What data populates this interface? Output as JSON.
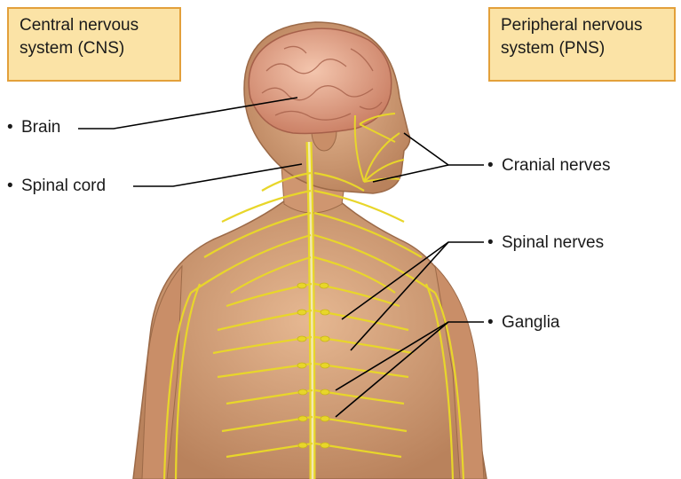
{
  "boxes": {
    "cns": {
      "line1": "Central nervous",
      "line2": "system (CNS)"
    },
    "pns": {
      "line1": "Peripheral nervous",
      "line2": "system (PNS)"
    }
  },
  "labels": {
    "brain": "Brain",
    "spinal_cord": "Spinal cord",
    "cranial_nerves": "Cranial nerves",
    "spinal_nerves": "Spinal nerves",
    "ganglia": "Ganglia"
  },
  "bullet": "•",
  "colors": {
    "box_fill": "#fbe3a6",
    "box_border": "#e3a03a",
    "skin": "#d9a57e",
    "nerve": "#e8d62a",
    "brain": "#e6a98c"
  }
}
